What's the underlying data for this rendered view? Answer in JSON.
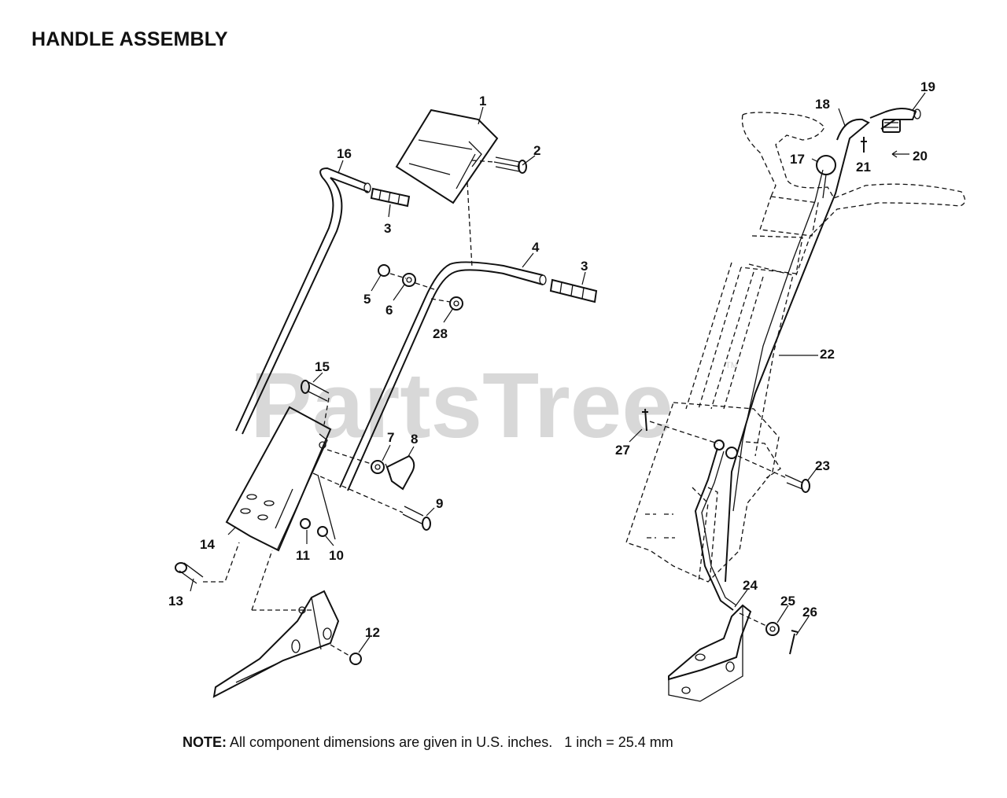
{
  "title": "HANDLE ASSEMBLY",
  "watermark": "PartsTree",
  "watermark_tm": "TM",
  "note_label": "NOTE:",
  "note_text": " All component dimensions are given in U.S. inches.   1 inch = 25.4 mm",
  "callouts": {
    "p1": "1",
    "p2": "2",
    "p3a": "3",
    "p3b": "3",
    "p4": "4",
    "p5": "5",
    "p6": "6",
    "p7": "7",
    "p8": "8",
    "p9": "9",
    "p10": "10",
    "p11": "11",
    "p12": "12",
    "p13": "13",
    "p14": "14",
    "p15": "15",
    "p16": "16",
    "p17": "17",
    "p18": "18",
    "p19": "19",
    "p20": "20",
    "p21": "21",
    "p22": "22",
    "p23": "23",
    "p24": "24",
    "p25": "25",
    "p26": "26",
    "p27": "27",
    "p28": "28"
  }
}
